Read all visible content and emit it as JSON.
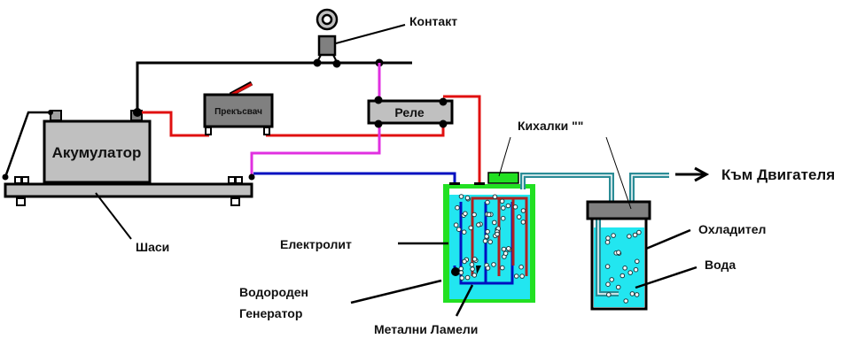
{
  "diagram": {
    "title": "Hydrogen generator wiring schematic",
    "labels": {
      "contact": "Контакт",
      "switch": "Прекъсвач",
      "battery": "Акумулатор",
      "relay": "Реле",
      "chassis": "Шаси",
      "bubbler": "Кихалки \"\"",
      "to_engine": "Към Двигателя",
      "electrolyte": "Електролит",
      "cooler": "Охладител",
      "water": "Вода",
      "generator_line1": "Водороден",
      "generator_line2": "Генератор",
      "plates": "Метални Ламели"
    },
    "colors": {
      "wire_black": "#000000",
      "wire_red": "#e01010",
      "wire_magenta": "#e030e0",
      "wire_blue": "#0010c0",
      "pipe_teal": "#2a8c96",
      "tank_green": "#22e022",
      "liquid_cyan": "#22e6f0",
      "component_gray": "#c0c0c0",
      "dark_gray": "#808080",
      "plate_red": "#b02020"
    }
  }
}
